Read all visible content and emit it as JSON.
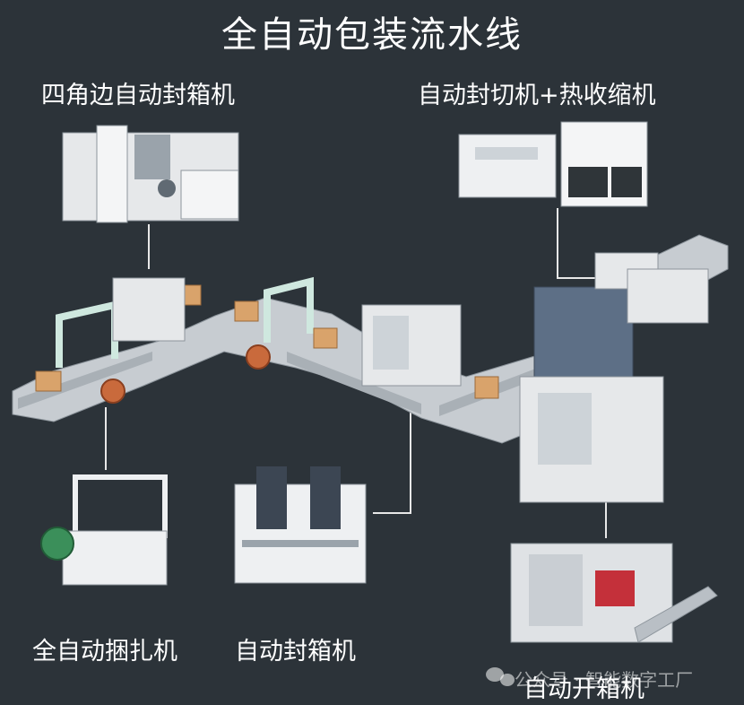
{
  "title": "全自动包装流水线",
  "labels": {
    "corner_sealer": "四角边自动封箱机",
    "shrink": "自动封切机+热收缩机",
    "strapping": "全自动捆扎机",
    "case_sealer": "自动封箱机",
    "erector": "自动开箱机"
  },
  "watermark": "公众号 · 智能数字工厂",
  "colors": {
    "background": "#2c3339",
    "machine": "#e6e8ea",
    "carton": "#d9a36b",
    "frame": "#cfe8df",
    "roller": "#c96a3c"
  }
}
